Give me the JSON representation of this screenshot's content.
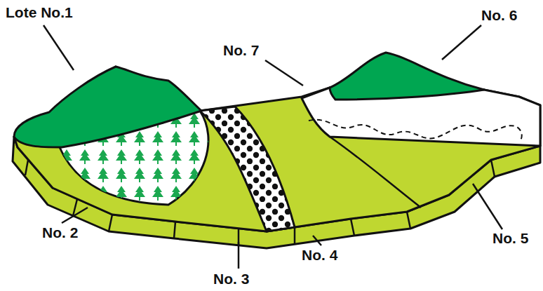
{
  "diagram": {
    "labels": [
      "Lote No.1",
      "No. 7",
      "No. 6",
      "No. 2",
      "No. 3",
      "No. 4",
      "No. 5"
    ]
  }
}
